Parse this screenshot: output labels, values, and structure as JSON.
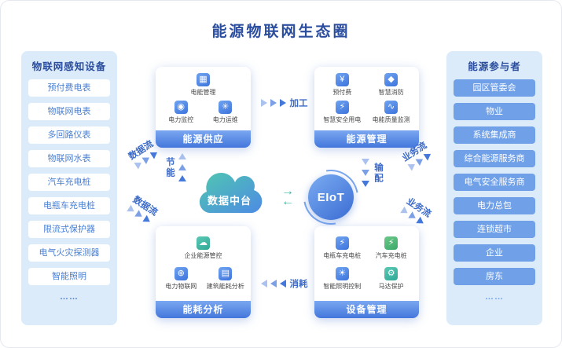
{
  "title": "能源物联网生态圈",
  "left_panel": {
    "title": "物联网感知设备",
    "items": [
      "预付费电表",
      "物联网电表",
      "多回路仪表",
      "物联网水表",
      "汽车充电桩",
      "电瓶车充电桩",
      "限流式保护器",
      "电气火灾探测器",
      "智能照明",
      "……"
    ]
  },
  "right_panel": {
    "title": "能源参与者",
    "items": [
      "园区管委会",
      "物业",
      "系统集成商",
      "综合能源服务商",
      "电气安全服务商",
      "电力总包",
      "连锁超市",
      "企业",
      "房东",
      "……"
    ]
  },
  "cards": {
    "energy_supply": {
      "label": "能源供应",
      "items": [
        {
          "name": "电能管理",
          "glyph": "▦"
        },
        {
          "name": "电力监控",
          "glyph": "◉"
        },
        {
          "name": "电力运维",
          "glyph": "✳"
        }
      ]
    },
    "energy_management": {
      "label": "能源管理",
      "items": [
        {
          "name": "预付费",
          "glyph": "¥"
        },
        {
          "name": "智慧消防",
          "glyph": "◆"
        },
        {
          "name": "智慧安全用电",
          "glyph": "⚡"
        },
        {
          "name": "电能质量监测",
          "glyph": "∿"
        }
      ]
    },
    "energy_analysis": {
      "label": "能耗分析",
      "items": [
        {
          "name": "企业能源管控",
          "glyph": "☁"
        },
        {
          "name": "电力物联网",
          "glyph": "⊕"
        },
        {
          "name": "建筑能耗分析",
          "glyph": "▤"
        }
      ]
    },
    "device_management": {
      "label": "设备管理",
      "items": [
        {
          "name": "电瓶车充电桩",
          "glyph": "⚡"
        },
        {
          "name": "汽车充电桩",
          "glyph": "⚡"
        },
        {
          "name": "智能照明控制",
          "glyph": "☀"
        },
        {
          "name": "马达保护",
          "glyph": "⚙"
        }
      ]
    }
  },
  "center": {
    "platform": "数据中台",
    "core": "EIoT",
    "arrow_right": "→",
    "arrow_left": "←"
  },
  "flows": {
    "process": "加工",
    "consume": "消耗",
    "save": "节能",
    "transmit": "输配",
    "data_flow": "数据流",
    "business_flow": "业务流"
  },
  "colors": {
    "deep_blue": "#2B4D9E",
    "accent_blue": "#4478DB",
    "panel_bg": "#DCEBFA",
    "pill_solid": "#6FA0E8",
    "teal": "#35B8A6",
    "bar_gradient_top": "#7AA7F0",
    "bar_gradient_bottom": "#4377DC"
  }
}
